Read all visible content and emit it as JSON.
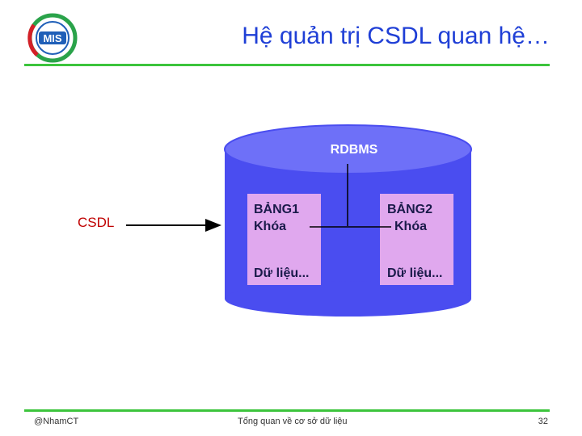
{
  "header": {
    "title": "Hệ quản trị CSDL quan hệ…",
    "logo_text": "MIS"
  },
  "diagram": {
    "pointer_label": "CSDL",
    "cylinder_label": "RDBMS",
    "tables": [
      {
        "name": "BẢNG1",
        "key": "Khóa",
        "data": "Dữ liệu..."
      },
      {
        "name": "BẢNG2",
        "key": "Khóa",
        "data": "Dữ liệu..."
      }
    ]
  },
  "footer": {
    "author": "@NhamCT",
    "subject": "Tổng quan về cơ sở dữ liệu",
    "page_number": "32"
  },
  "colors": {
    "title": "#1f3fd6",
    "rule": "#3cc43c",
    "cylinder_body": "#4a4df0",
    "cylinder_top": "#6e70f8",
    "table_fill": "#e0a8ee",
    "csdl_label": "#c00000"
  }
}
